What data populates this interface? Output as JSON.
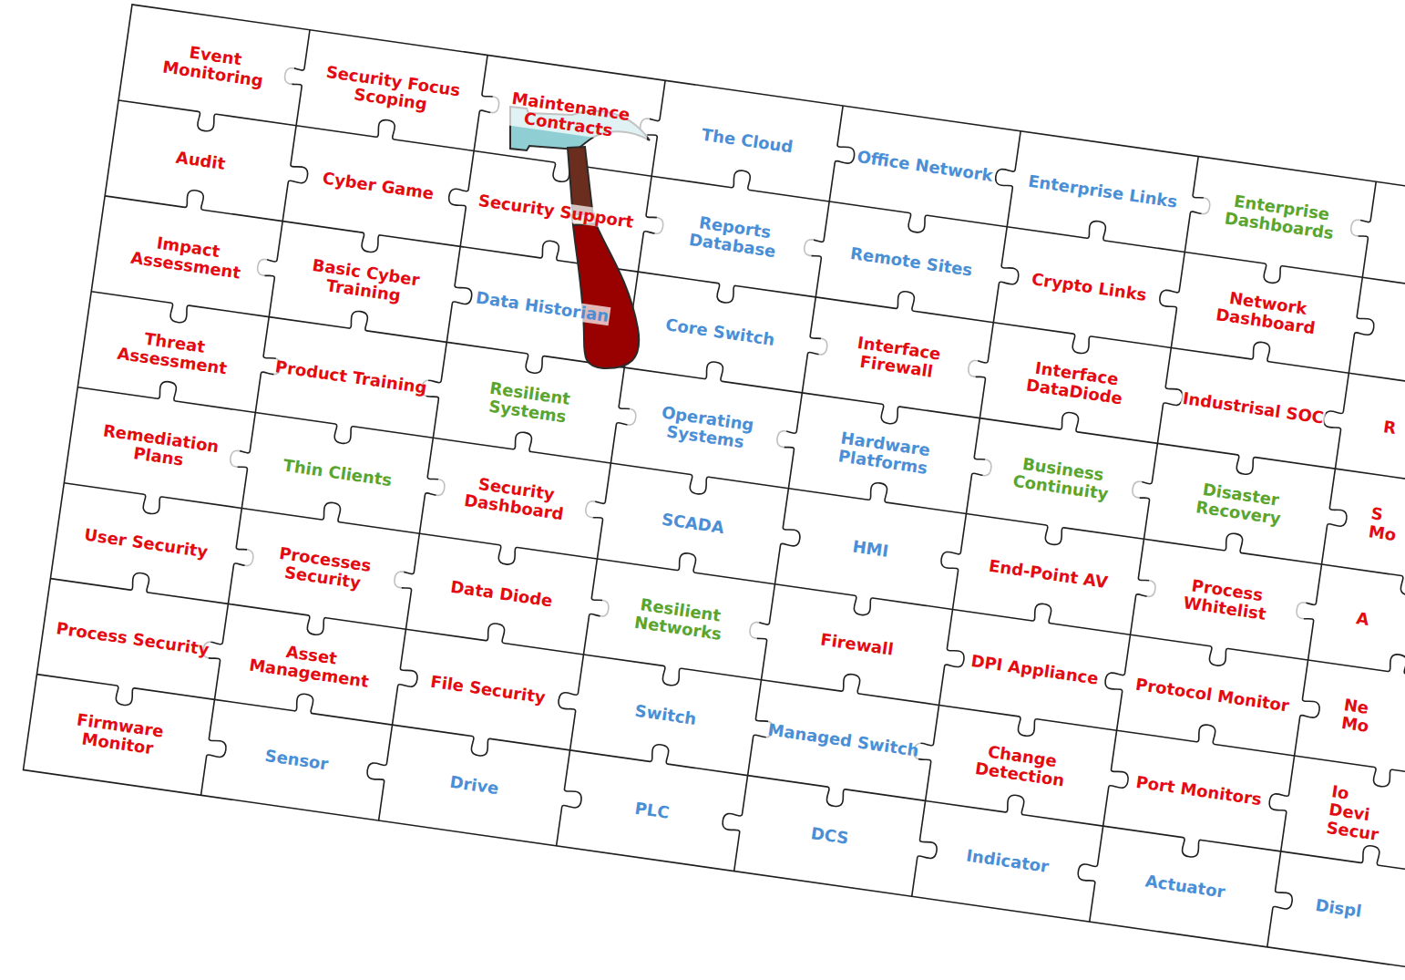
{
  "diagram": {
    "nodes": [
      {
        "text": [
          "Event Monitoring"
        ]
      },
      {
        "text": [
          "Security Focus Scoping"
        ]
      },
      {
        "text": [
          "Maintenance Contracts"
        ]
      },
      {
        "text": [
          "The Cloud"
        ]
      },
      {
        "text": [
          "Office Network"
        ]
      },
      {
        "text": [
          "Enterprise Links"
        ]
      },
      {
        "text": [
          "Enterprise Dashboards"
        ]
      },
      {
        "text": [
          "Audit"
        ]
      },
      {
        "text": [
          "Cyber Game"
        ]
      },
      {
        "text": [
          "Security Support"
        ]
      },
      {
        "text": [
          "Reports Database"
        ]
      },
      {
        "text": [
          "Remote Sites"
        ]
      },
      {
        "text": [
          "Crypto Links"
        ]
      },
      {
        "text": [
          "Network Dashboard"
        ]
      },
      {
        "text": [
          "Impact Assessment"
        ]
      },
      {
        "text": [
          "Basic Cyber Training"
        ]
      },
      {
        "text": [
          "Data Historian"
        ]
      },
      {
        "text": [
          "Core Switch"
        ]
      },
      {
        "text": [
          "Interface Firewall"
        ]
      },
      {
        "text": [
          "Interface DataDiode"
        ]
      },
      {
        "text": [
          "Industrisal SOC"
        ]
      },
      {
        "text": [
          "R"
        ]
      },
      {
        "text": [
          "Threat Assessment"
        ]
      },
      {
        "text": [
          "Product Training"
        ]
      },
      {
        "text": [
          "Resilient Systems"
        ]
      },
      {
        "text": [
          "Operating Systems"
        ]
      },
      {
        "text": [
          "Hardware Platforms"
        ]
      },
      {
        "text": [
          "Business Continuity"
        ]
      },
      {
        "text": [
          "Disaster Recovery"
        ]
      },
      {
        "text": [
          "S Mo"
        ]
      },
      {
        "text": [
          "Remediation Plans"
        ]
      },
      {
        "text": [
          "Thin Clients"
        ]
      },
      {
        "text": [
          "Security Dashboard"
        ]
      },
      {
        "text": [
          "SCADA"
        ]
      },
      {
        "text": [
          "HMI"
        ]
      },
      {
        "text": [
          "End-Point AV"
        ]
      },
      {
        "text": [
          "Process Whitelist"
        ]
      },
      {
        "text": [
          "A"
        ]
      },
      {
        "text": [
          "User Security"
        ]
      },
      {
        "text": [
          "Processes Security"
        ]
      },
      {
        "text": [
          "Data Diode"
        ]
      },
      {
        "text": [
          "Resilient Networks"
        ]
      },
      {
        "text": [
          "Firewall"
        ]
      },
      {
        "text": [
          "DPI Appliance"
        ]
      },
      {
        "text": [
          "Protocol Monitor"
        ]
      },
      {
        "text": [
          "Ne Mo"
        ]
      },
      {
        "text": [
          "Process Security"
        ]
      },
      {
        "text": [
          "Asset Management"
        ]
      },
      {
        "text": [
          "File Security"
        ]
      },
      {
        "text": [
          "Switch"
        ]
      },
      {
        "text": [
          "Managed Switch"
        ]
      },
      {
        "text": [
          "Change Detection"
        ]
      },
      {
        "text": [
          "Port Monitors"
        ]
      },
      {
        "text": [
          "Io Devi Secur"
        ]
      },
      {
        "text": [
          "Firmware Monitor"
        ]
      },
      {
        "text": [
          "Sensor"
        ]
      },
      {
        "text": [
          "Drive"
        ]
      },
      {
        "text": [
          "PLC"
        ]
      },
      {
        "text": [
          "DCS"
        ]
      },
      {
        "text": [
          "Indicator"
        ]
      },
      {
        "text": [
          "Actuator"
        ]
      },
      {
        "text": [
          "Displ"
        ]
      }
    ]
  }
}
